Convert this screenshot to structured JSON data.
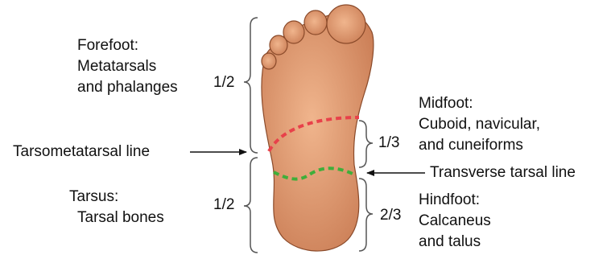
{
  "colors": {
    "foot_skin": "#d4875e",
    "foot_skin_light": "#f0b58d",
    "foot_edge": "#8a4a2a",
    "bracket": "#555555",
    "arrow": "#111111",
    "tarsometatarsal_line": "#e8414a",
    "transverse_tarsal_line": "#3fae3a"
  },
  "labels": {
    "forefoot": {
      "title": "Forefoot:",
      "line1": "Metatarsals",
      "line2": "and phalanges"
    },
    "forefoot_fraction": "1/2",
    "tarsometatarsal": "Tarsometatarsal line",
    "tarsus": {
      "title": "Tarsus:",
      "line1": "Tarsal bones"
    },
    "tarsus_fraction": "1/2",
    "midfoot": {
      "title": "Midfoot:",
      "line1": "Cuboid, navicular,",
      "line2": "and cuneiforms"
    },
    "midfoot_fraction": "1/3",
    "transverse_tarsal": "Transverse tarsal line",
    "hindfoot": {
      "title": "Hindfoot:",
      "line1": "Calcaneus",
      "line2": "and talus"
    },
    "hindfoot_fraction": "2/3"
  }
}
